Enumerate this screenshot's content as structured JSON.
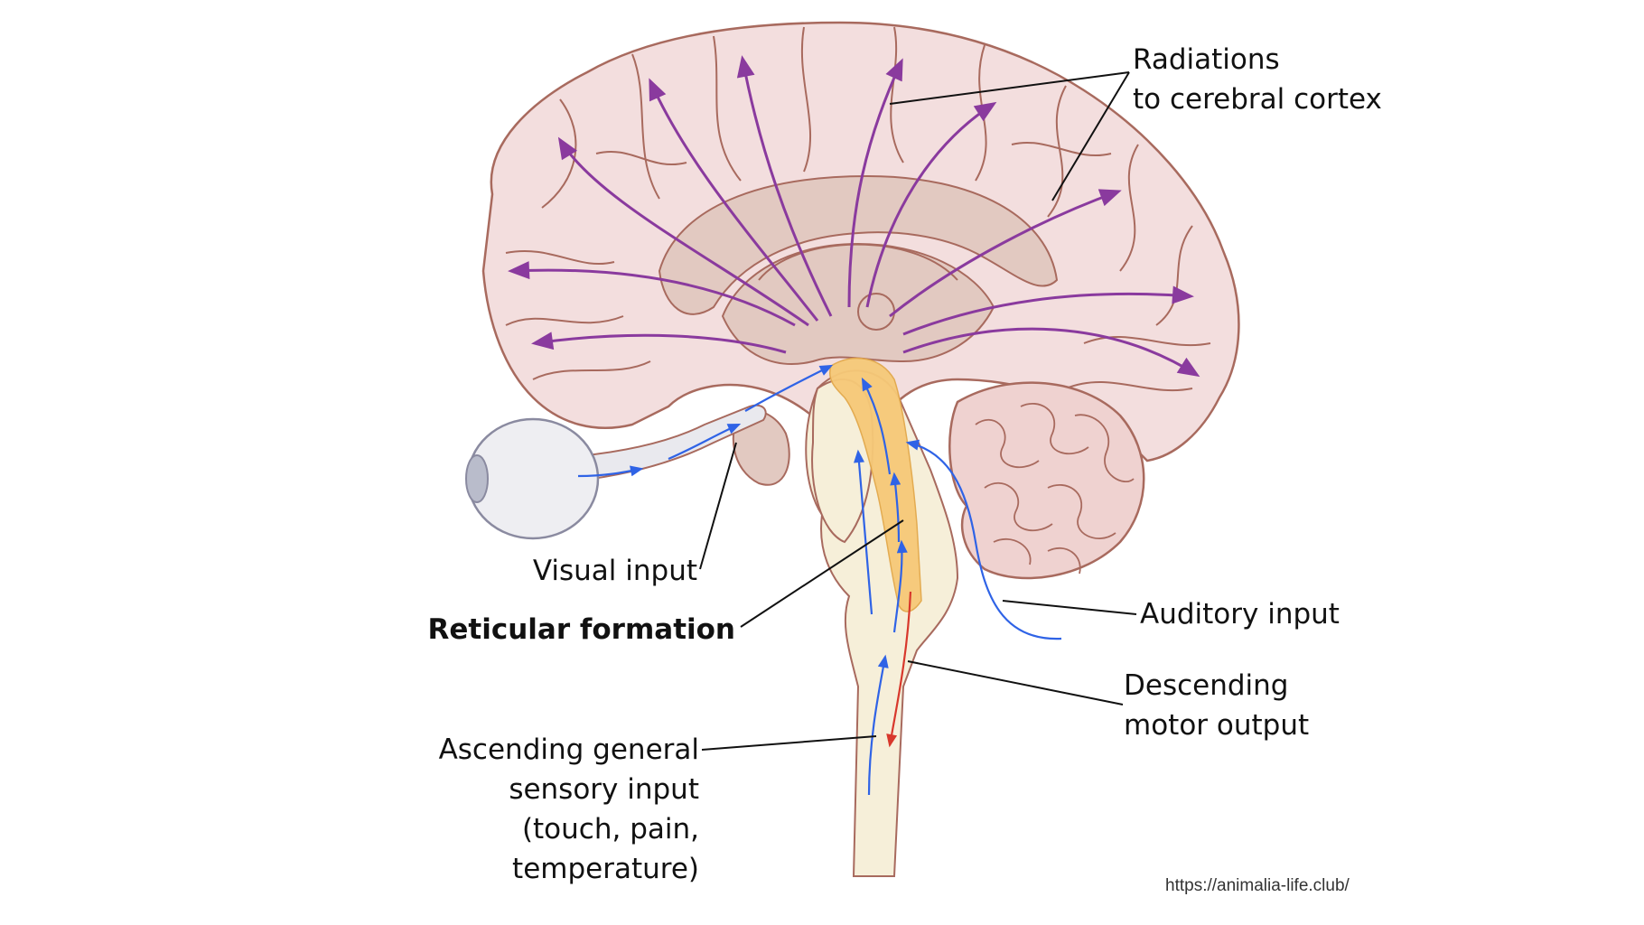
{
  "labels": {
    "radiations_line1": "Radiations",
    "radiations_line2": "to cerebral cortex",
    "visual": "Visual input",
    "reticular": "Reticular formation",
    "auditory": "Auditory input",
    "descending_line1": "Descending",
    "descending_line2": "motor output",
    "ascending_line1": "Ascending general",
    "ascending_line2": "sensory input",
    "ascending_line3": "(touch, pain,",
    "ascending_line4": "temperature)"
  },
  "credit": "https://animalia-life.club/",
  "colors": {
    "cortex_fill": "#f3dede",
    "cortex_stroke": "#a86a5e",
    "inner_fill": "#e2c9c1",
    "stem_fill": "#f6efd9",
    "reticular_fill": "#f6c978",
    "radiation_arrow": "#8a3a9e",
    "sensory_arrow": "#2f63e6",
    "motor_arrow": "#d8382c"
  }
}
